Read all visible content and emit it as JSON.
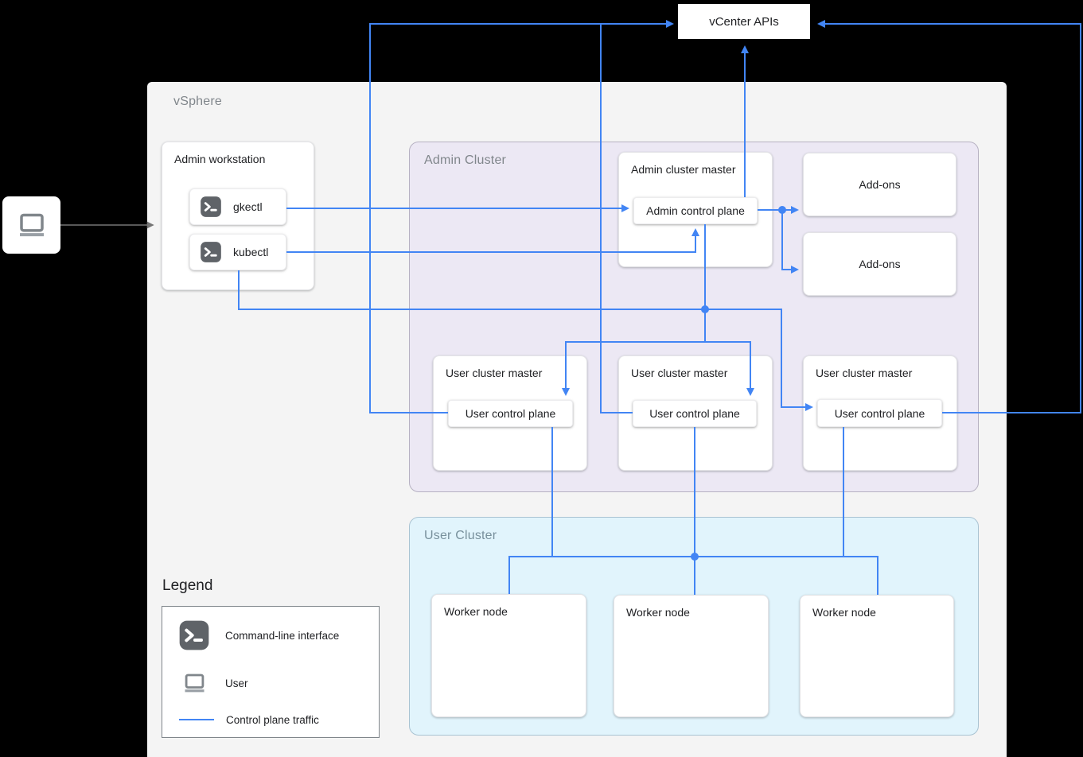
{
  "colors": {
    "background": "#000000",
    "vsphere_bg": "#f4f4f4",
    "admin_cluster_bg": "#ece8f4",
    "user_cluster_bg": "#e1f4fc",
    "traffic_line": "#4285f4",
    "terminal_icon_bg": "#5f6368",
    "laptop_icon": "#80868b",
    "user_arrow": "#757575"
  },
  "vcenter": {
    "label": "vCenter APIs"
  },
  "vsphere": {
    "label": "vSphere"
  },
  "admin_workstation": {
    "title": "Admin workstation",
    "tools": [
      {
        "label": "gkectl"
      },
      {
        "label": "kubectl"
      }
    ]
  },
  "admin_cluster": {
    "label": "Admin Cluster",
    "admin_master": {
      "title": "Admin cluster master",
      "control_plane": "Admin control plane"
    },
    "addons": [
      {
        "label": "Add-ons"
      },
      {
        "label": "Add-ons"
      }
    ],
    "user_masters": [
      {
        "title": "User cluster master",
        "control_plane": "User control plane"
      },
      {
        "title": "User cluster master",
        "control_plane": "User control plane"
      },
      {
        "title": "User cluster master",
        "control_plane": "User control plane"
      }
    ]
  },
  "user_cluster": {
    "label": "User Cluster",
    "workers": [
      {
        "label": "Worker node"
      },
      {
        "label": "Worker node"
      },
      {
        "label": "Worker node"
      }
    ]
  },
  "legend": {
    "title": "Legend",
    "items": [
      {
        "icon": "terminal-icon",
        "label": "Command-line interface"
      },
      {
        "icon": "laptop-icon",
        "label": "User"
      },
      {
        "icon": "control-plane-traffic-line",
        "label": "Control plane traffic"
      }
    ]
  },
  "connections": [
    {
      "from": "user",
      "to": "admin-workstation",
      "type": "user-arrow"
    },
    {
      "from": "gkectl",
      "to": "admin-control-plane"
    },
    {
      "from": "kubectl",
      "to": "admin-control-plane"
    },
    {
      "from": "kubectl",
      "to": "user-control-planes"
    },
    {
      "from": "admin-control-plane",
      "to": "vcenter-apis"
    },
    {
      "from": "admin-control-plane",
      "to": "add-ons"
    },
    {
      "from": "user-control-planes",
      "to": "vcenter-apis"
    },
    {
      "from": "user-control-planes",
      "to": "worker-nodes"
    }
  ]
}
